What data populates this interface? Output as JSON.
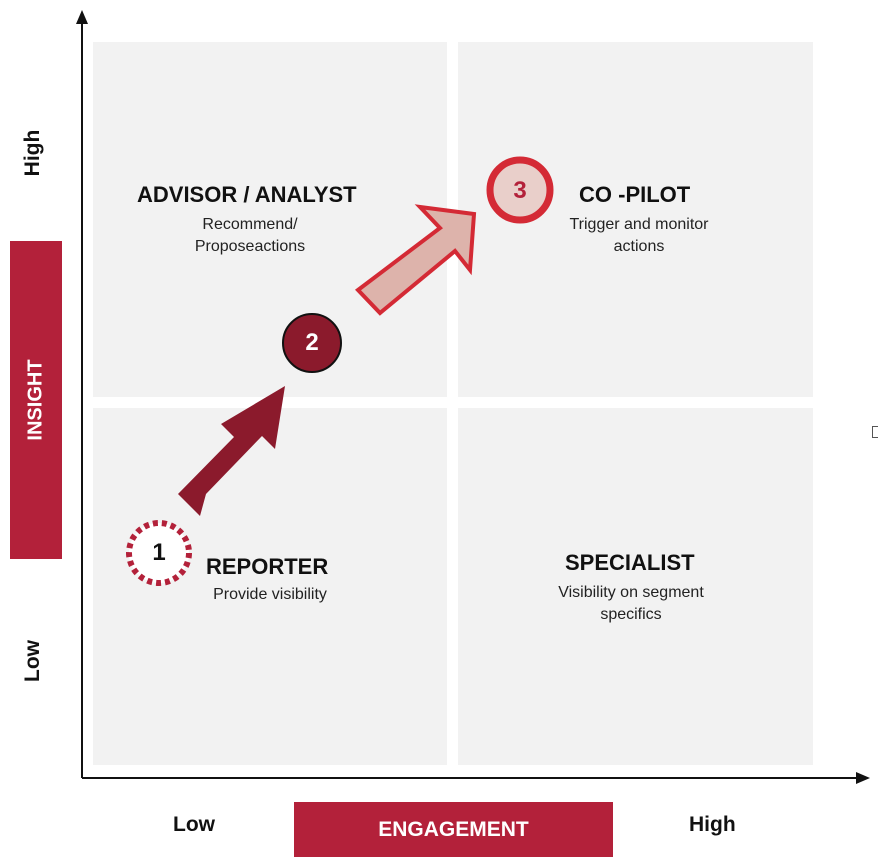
{
  "axes": {
    "y_label": "INSIGHT",
    "y_low": "Low",
    "y_high": "High",
    "x_label": "ENGAGEMENT",
    "x_low": "Low",
    "x_high": "High"
  },
  "quadrants": {
    "top_left": {
      "title": "ADVISOR / ANALYST",
      "desc_line1": "Recommend/",
      "desc_line2": "Proposeactions"
    },
    "top_right": {
      "title": "CO -PILOT",
      "desc_line1": "Trigger and monitor",
      "desc_line2": "actions"
    },
    "bottom_left": {
      "title": "REPORTER",
      "desc_line1": "Provide visibility"
    },
    "bottom_right": {
      "title": "SPECIALIST",
      "desc_line1": "Visibility on segment",
      "desc_line2": "specifics"
    }
  },
  "steps": [
    {
      "number": "1",
      "color": "#b3213a"
    },
    {
      "number": "2",
      "color": "#8b1a2c"
    },
    {
      "number": "3",
      "color": "#d42a35"
    }
  ],
  "colors": {
    "accent": "#b3213a",
    "arrow_dark": "#8b1a2c",
    "arrow_light_fill": "#ddb3ab",
    "arrow_light_stroke": "#d42a35",
    "quadrant_bg": "#f2f2f2"
  }
}
